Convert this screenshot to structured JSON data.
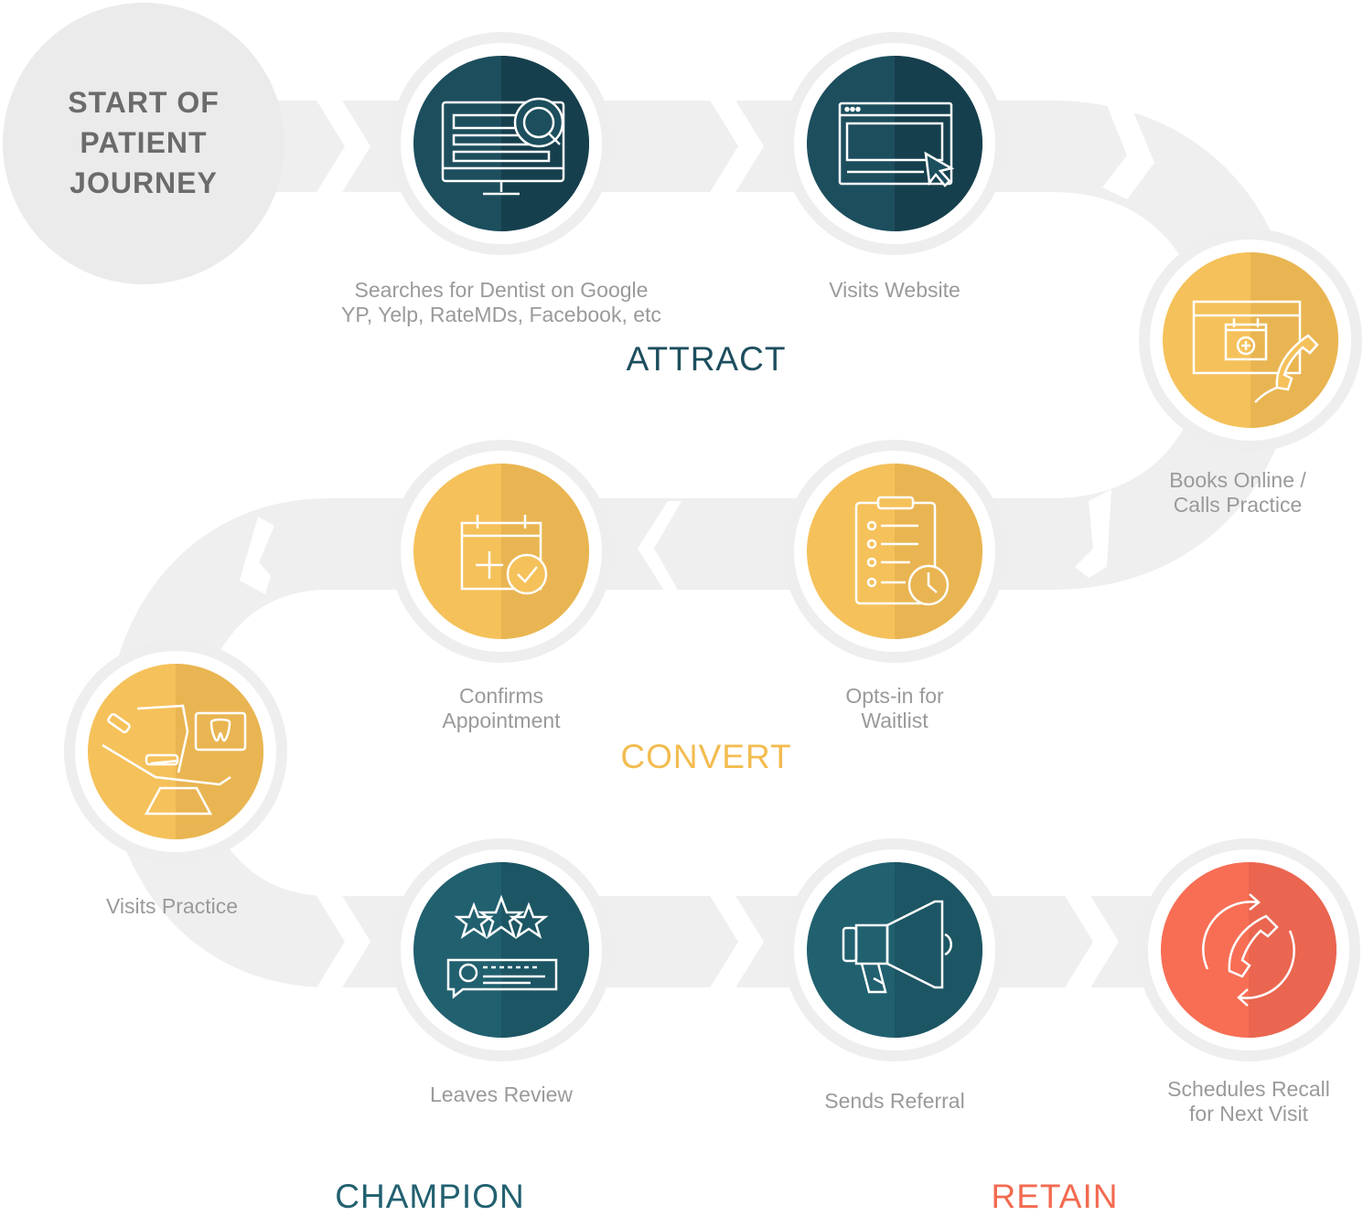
{
  "start": {
    "lines": [
      "START OF",
      "PATIENT",
      "JOURNEY"
    ]
  },
  "phases": {
    "attract": "ATTRACT",
    "convert": "CONVERT",
    "champion": "CHAMPION",
    "retain": "RETAIN"
  },
  "steps": {
    "search": {
      "lines": [
        "Searches for Dentist on Google",
        "YP, Yelp, RateMDs, Facebook, etc"
      ],
      "icon": "search-monitor-icon"
    },
    "website": {
      "lines": [
        "Visits Website"
      ],
      "icon": "browser-cursor-icon"
    },
    "books": {
      "lines": [
        "Books Online /",
        "Calls Practice"
      ],
      "icon": "calendar-phone-icon"
    },
    "waitlist": {
      "lines": [
        "Opts-in for",
        "Waitlist"
      ],
      "icon": "clipboard-clock-icon"
    },
    "confirms": {
      "lines": [
        "Confirms",
        "Appointment"
      ],
      "icon": "calendar-check-icon"
    },
    "practice": {
      "lines": [
        "Visits Practice"
      ],
      "icon": "dental-chair-icon"
    },
    "review": {
      "lines": [
        "Leaves Review"
      ],
      "icon": "stars-review-icon"
    },
    "referral": {
      "lines": [
        "Sends Referral"
      ],
      "icon": "megaphone-icon"
    },
    "recall": {
      "lines": [
        "Schedules Recall",
        "for Next Visit"
      ],
      "icon": "phone-cycle-icon"
    }
  },
  "colors": {
    "path": "#efefef",
    "ring": "#eeeeee",
    "teal": "#1c4e5e",
    "teal_dark": "#163f4d",
    "champion": "#21606f",
    "yellow": "#f5c15a",
    "yellow_dark": "#e9b552",
    "coral": "#f76e55",
    "coral_dark": "#ea6650",
    "label": "#9a9a9a",
    "start": "#6b6b6b",
    "attract_text": "#1c4e5e",
    "convert_text": "#f3bc4f",
    "champion_text": "#21606f",
    "retain_text": "#f26a50"
  }
}
